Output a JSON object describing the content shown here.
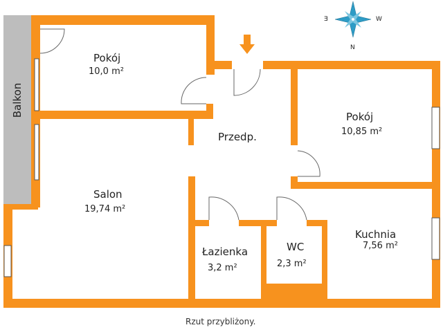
{
  "colors": {
    "wall": "#F7921E",
    "balcony": "#BDBDBD",
    "compass": "#2E9CC6"
  },
  "balcony": {
    "label": "Balkon"
  },
  "rooms": [
    {
      "name": "Pokój",
      "area": "10,0 m²"
    },
    {
      "name": "Pokój",
      "area": "10,85 m²"
    },
    {
      "name": "Przedp.",
      "area": ""
    },
    {
      "name": "Salon",
      "area": "19,74 m²"
    },
    {
      "name": "Łazienka",
      "area": "3,2 m²"
    },
    {
      "name": "WC",
      "area": "2,3 m²"
    },
    {
      "name": "Kuchnia",
      "area": "7,56 m²"
    }
  ],
  "compass": {
    "north": "N",
    "east": "E",
    "west": "W"
  },
  "note": "Rzut przybliżony."
}
